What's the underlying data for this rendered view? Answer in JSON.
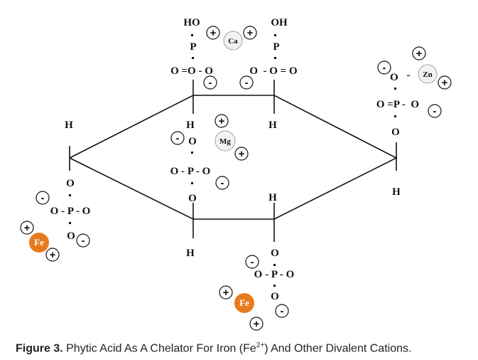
{
  "atoms": {
    "H": "H",
    "O": "O",
    "P": "P",
    "HO": "HO",
    "OH": "OH",
    "dot": "."
  },
  "groups": {
    "top_left_row": "O =O - O",
    "top_right_row": "O  - O = O",
    "phosphate_row": "O - P - O",
    "zn_row": "O =P -  O",
    "dash": "-"
  },
  "ions": {
    "ca": "Ca",
    "mg": "Mg",
    "zn": "Zn",
    "fe": "Fe"
  },
  "charges": {
    "plus": "+",
    "minus": "-"
  },
  "colors": {
    "fe": "#e87a1e",
    "ion_fill": "#f2f2f2",
    "line": "#111111"
  },
  "caption": {
    "label": "Figure 3.",
    "text_before": " Phytic Acid As A Chelator For Iron (Fe",
    "superscript": "2+",
    "text_after": ") And Other Divalent Cations."
  }
}
